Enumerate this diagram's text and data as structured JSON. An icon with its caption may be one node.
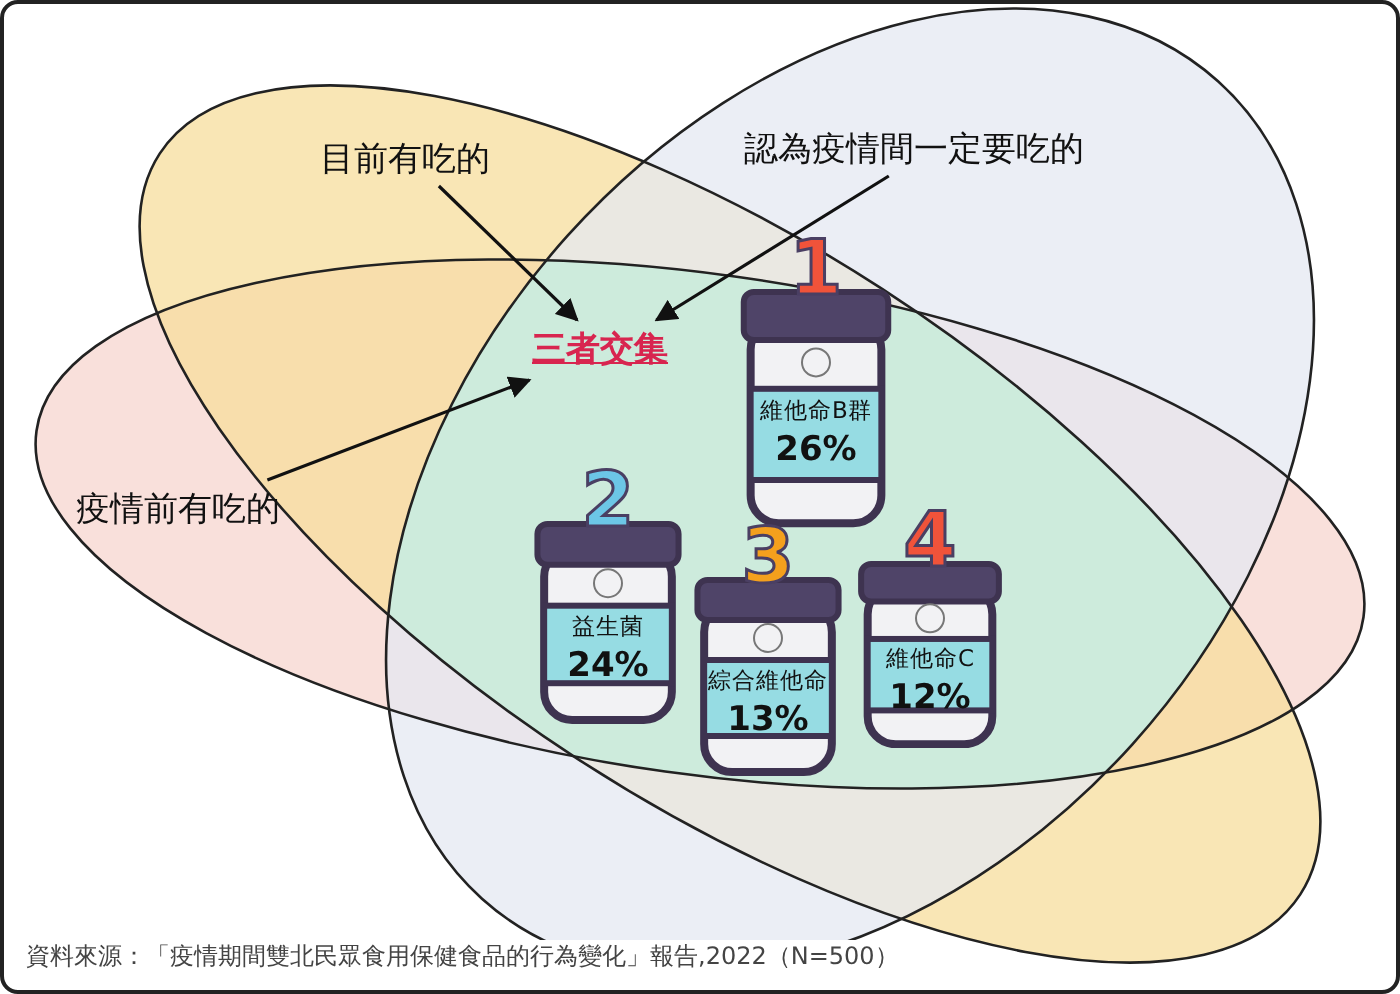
{
  "diagram": {
    "nodes": [
      {
        "text": [
          "目前有吃的"
        ]
      },
      {
        "text": [
          "認為疫情間一定要吃的"
        ]
      },
      {
        "text": [
          "疫情前有吃的"
        ]
      },
      {
        "text": [
          "三者交集"
        ]
      },
      {
        "text": [
          "1",
          "維他命B群",
          "26%"
        ]
      },
      {
        "text": [
          "2",
          "益生菌",
          "24%"
        ]
      },
      {
        "text": [
          "3",
          "綜合維他命",
          "13%"
        ]
      },
      {
        "text": [
          "4",
          "維他命C",
          "12%"
        ]
      }
    ],
    "edges": [
      {
        "from": 0,
        "to": 3,
        "arrow": "to"
      },
      {
        "from": 1,
        "to": 3,
        "arrow": "to"
      },
      {
        "from": 2,
        "to": 3,
        "arrow": "to"
      }
    ],
    "labels": [
      "資料來源：「疫情期間雙北民眾食用保健食品的行為變化」報告,2022（N=500）"
    ]
  }
}
